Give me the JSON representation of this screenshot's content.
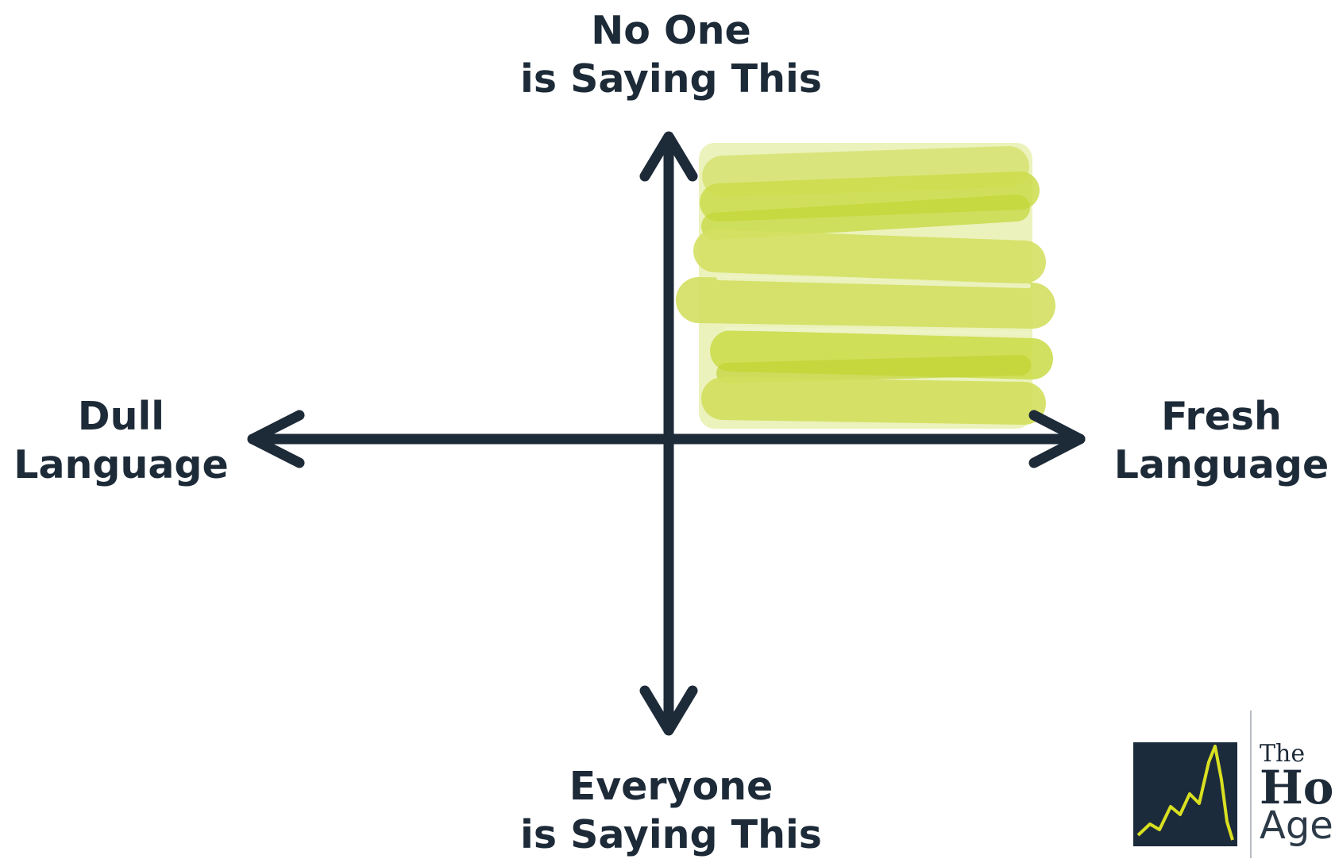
{
  "diagram": {
    "labels": {
      "top": [
        "No One",
        "is Saying This"
      ],
      "bottom": [
        "Everyone",
        "is Saying This"
      ],
      "left": [
        "Dull",
        "Language"
      ],
      "right": [
        "Fresh",
        "Language"
      ]
    },
    "highlight_quadrant": "top-right",
    "colors": {
      "axis": "#1d2a38",
      "highlight": "#c6d937",
      "highlight_light": "#dce77c",
      "logo_box": "#1c2b3c",
      "logo_line": "#d9e021"
    }
  },
  "logo": {
    "the": "The",
    "name_visible": "Hof",
    "subtitle_visible": "Age"
  }
}
